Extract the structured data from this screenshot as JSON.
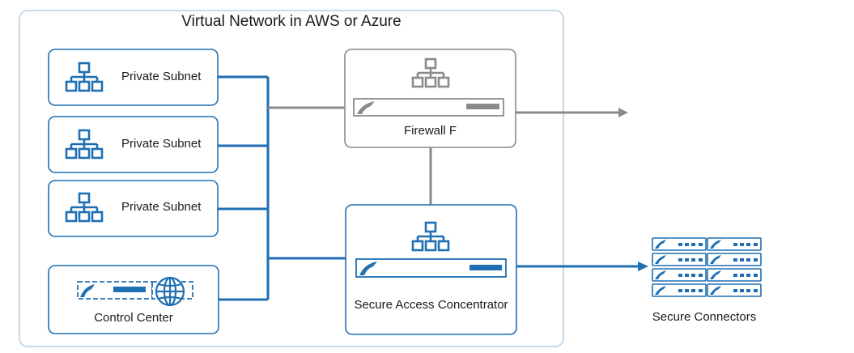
{
  "title": "Virtual Network in AWS or Azure",
  "subnets": [
    {
      "label": "Private Subnet"
    },
    {
      "label": "Private Subnet"
    },
    {
      "label": "Private Subnet"
    }
  ],
  "firewall": {
    "label": "Firewall F"
  },
  "control_center": {
    "label": "Control Center"
  },
  "concentrator": {
    "label": "Secure Access Concentrator"
  },
  "connectors": {
    "label": "Secure Connectors"
  },
  "colors": {
    "blue": "#1f6fb2",
    "gray": "#8a8a8a",
    "container_border": "#b7cfe2"
  },
  "icons": [
    "network-icon",
    "appliance-icon",
    "globe-icon",
    "arrow-icon"
  ]
}
